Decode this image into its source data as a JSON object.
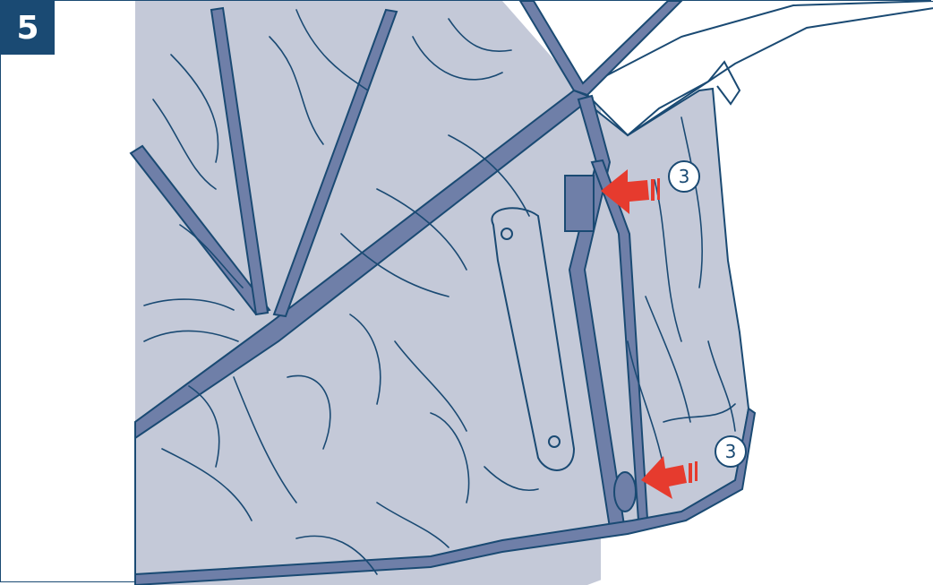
{
  "step": {
    "number": "5"
  },
  "callouts": [
    {
      "label": "3"
    },
    {
      "label": "3"
    }
  ],
  "colors": {
    "accent": "#1a4a73",
    "cover_fill": "#c4c9d8",
    "seam_fill": "#6f7fa8",
    "arrow": "#e63b2e"
  }
}
